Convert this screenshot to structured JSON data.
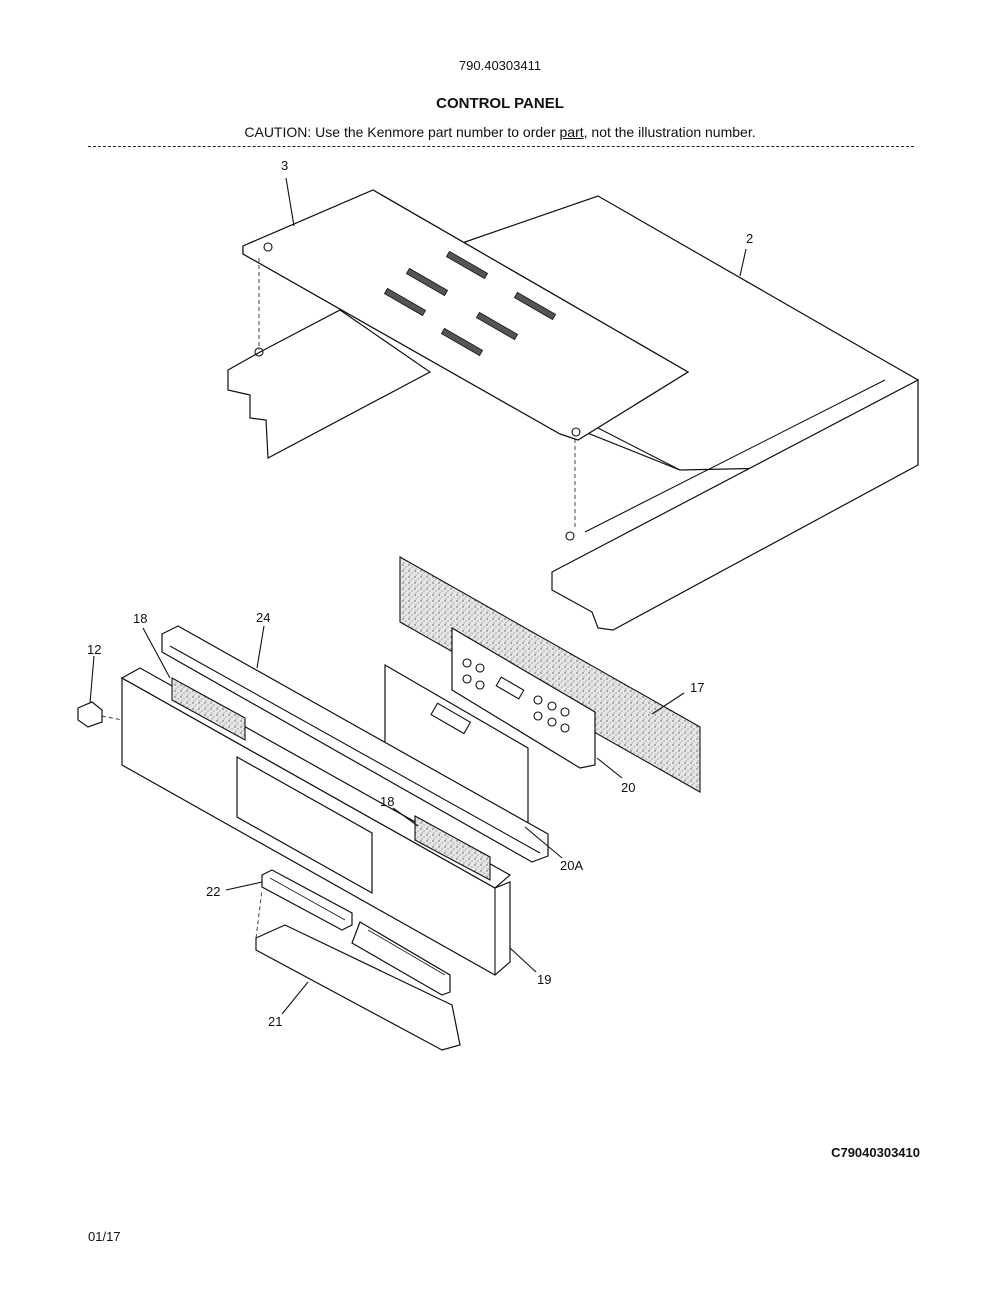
{
  "header": {
    "model_number": "790.40303411",
    "title": "CONTROL PANEL",
    "caution_prefix": "CAUTION: Use the Kenmore part number to order ",
    "caution_emph": "part",
    "caution_suffix": ", not the illustration number."
  },
  "callouts": [
    "3",
    "2",
    "18",
    "24",
    "12",
    "17",
    "20",
    "20A",
    "18",
    "22",
    "19",
    "21"
  ],
  "footer": {
    "drawing_code": "C79040303410",
    "page": "01/17"
  }
}
